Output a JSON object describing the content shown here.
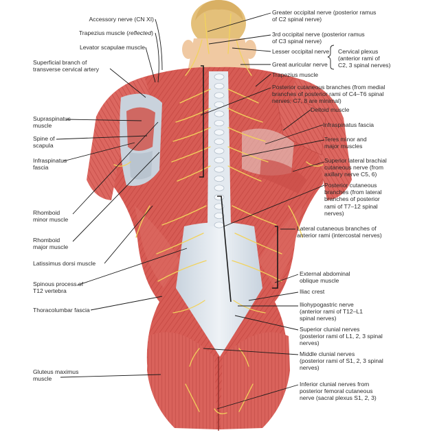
{
  "left_labels": [
    {
      "id": "accessory",
      "text": "Accessory nerve (CN XI)"
    },
    {
      "id": "trapezius-reflected",
      "text": "Trapezius muscle (reflected)"
    },
    {
      "id": "levator",
      "text": "Levator scapulae muscle"
    },
    {
      "id": "superficial-branch",
      "text": "Superficial branch of\ntransverse cervical artery"
    },
    {
      "id": "supraspinatus",
      "text": "Supraspinatus\nmuscle"
    },
    {
      "id": "spine-scapula",
      "text": "Spine of\nscapula"
    },
    {
      "id": "infraspinatus-fascia-left",
      "text": "Infraspinatus\nfascia"
    },
    {
      "id": "rhomboid-minor",
      "text": "Rhomboid\nminor muscle"
    },
    {
      "id": "rhomboid-major",
      "text": "Rhomboid\nmajor muscle"
    },
    {
      "id": "latissimus",
      "text": "Latissimus dorsi muscle"
    },
    {
      "id": "spinous-t12",
      "text": "Spinous process of\nT12 vertebra"
    },
    {
      "id": "thoracolumbar",
      "text": "Thoracolumbar fascia"
    },
    {
      "id": "gluteus",
      "text": "Gluteus maximus\nmuscle"
    }
  ],
  "right_labels": [
    {
      "id": "greater-occipital",
      "text": "Greater occipital nerve (posterior ramus\nof C2 spinal nerve)"
    },
    {
      "id": "third-occipital",
      "text": "3rd occipital nerve (posterior ramus\nof C3 spinal nerve)"
    },
    {
      "id": "lesser-occipital",
      "text": "Lesser occipital nerve"
    },
    {
      "id": "great-auricular",
      "text": "Great auricular nerve"
    },
    {
      "id": "trapezius",
      "text": "Trapezius muscle"
    },
    {
      "id": "posterior-cutaneous-medial",
      "text": "Posterior cutaneous branches (from medial\nbranches of posterior rami of C4–T6 spinal\nnerves; C7, 8 are minimal)"
    },
    {
      "id": "deltoid",
      "text": "Deltoid muscle"
    },
    {
      "id": "infraspinatus-fascia-right",
      "text": "Infraspinatus fascia"
    },
    {
      "id": "teres",
      "text": "Teres minor and\nmajor muscles"
    },
    {
      "id": "superior-lateral-brachial",
      "text": "Superior lateral brachial\ncutaneous nerve (from\naxillary nerve C5, 6)"
    },
    {
      "id": "posterior-cutaneous-lateral",
      "text": "Posterior cutaneous\nbranches (from lateral\nbranches of posterior\nrami of T7–12 spinal\nnerves)"
    },
    {
      "id": "lateral-cutaneous",
      "text": "Lateral cutaneous branches of\nanterior rami (intercostal nerves)"
    },
    {
      "id": "external-oblique",
      "text": "External abdominal\noblique muscle"
    },
    {
      "id": "iliac-crest",
      "text": "Iliac crest"
    },
    {
      "id": "iliohypogastric",
      "text": "Iliohypogastric nerve\n(anterior rami of T12–L1\nspinal nerves)"
    },
    {
      "id": "superior-clunial",
      "text": "Superior clunial nerves\n(posterior rami of L1, 2, 3 spinal\nnerves)"
    },
    {
      "id": "middle-clunial",
      "text": "Middle clunial nerves\n(posterior rami of S1, 2, 3 spinal\nnerves)"
    },
    {
      "id": "inferior-clunial",
      "text": "Inferior clunial nerves from\nposterior femoral cutaneous\nnerve (sacral plexus S1, 2, 3)"
    }
  ],
  "brace_label": {
    "text": "Cervical plexus\n(anterior rami of\nC2, 3 spinal nerves)"
  },
  "colors": {
    "muscle": "#d9605a",
    "muscle_dark": "#b8403c",
    "skin": "#f0c9a2",
    "fascia": "#dfe6ee",
    "nerve": "#f2d35c",
    "hair": "#e2c27a",
    "leader": "#1a1a1a"
  }
}
